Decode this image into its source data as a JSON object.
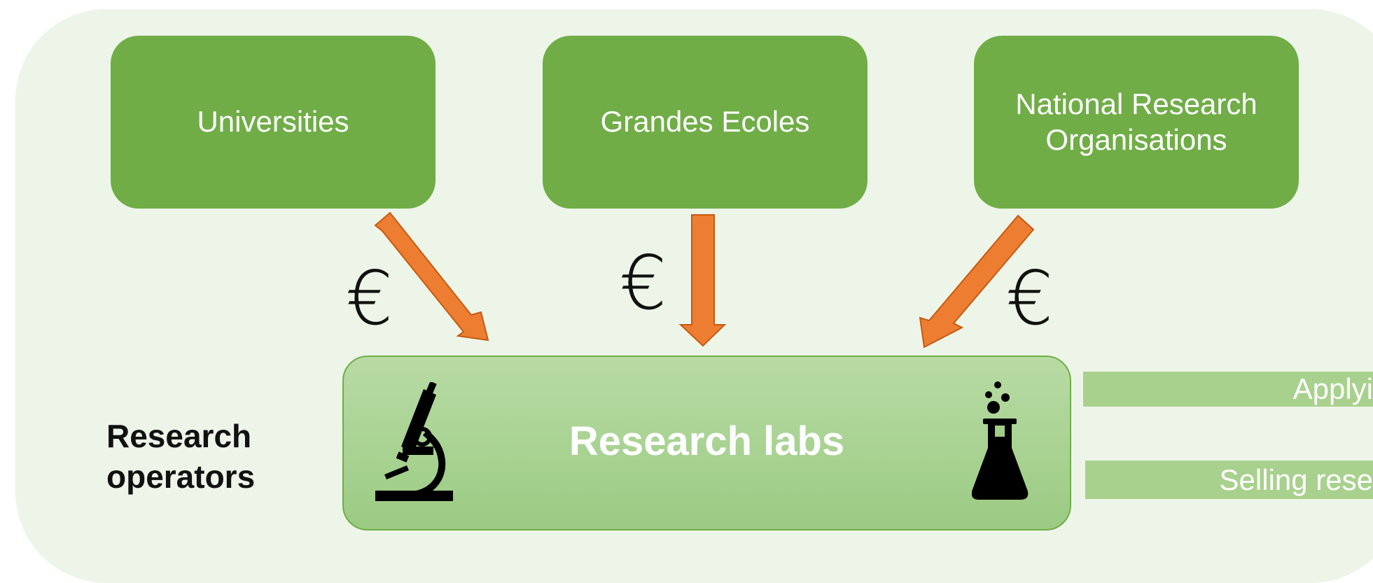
{
  "funders": [
    {
      "lines": [
        "Universities"
      ]
    },
    {
      "lines": [
        "Grandes Ecoles"
      ]
    },
    {
      "lines": [
        "National Research",
        "Organisations"
      ]
    }
  ],
  "flow_symbol": "€",
  "operators_label": [
    "Research",
    "operators"
  ],
  "labs": {
    "title": "Research labs",
    "left_icon": "microscope-icon",
    "right_icon": "flask-icon"
  },
  "side_bars": [
    {
      "label": "Applyi"
    },
    {
      "label": "Selling rese"
    }
  ],
  "colors": {
    "panel": "#edf5e9",
    "funder_box": "#70ad47",
    "arrow_fill": "#ed7d31",
    "arrow_stroke": "#c55a11",
    "labs_gradient_top": "#b8dba4",
    "labs_gradient_bottom": "#9bcb83",
    "side_bar": "#a9d18e"
  }
}
